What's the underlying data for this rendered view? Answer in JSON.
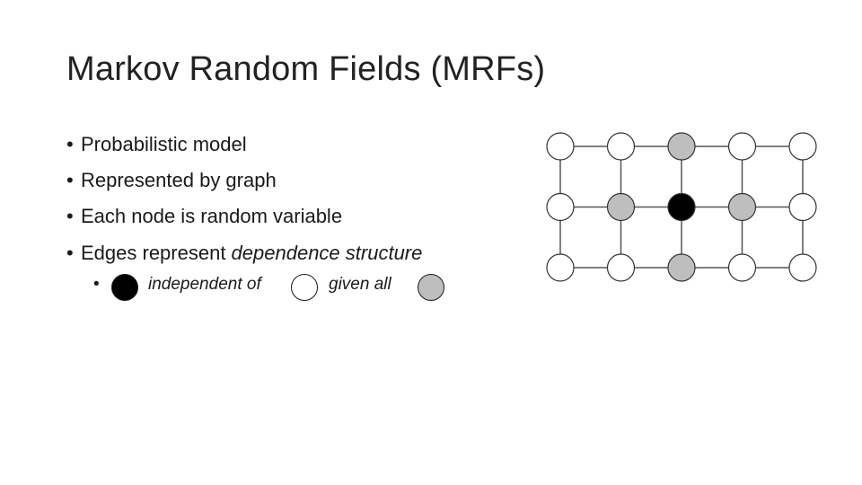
{
  "slide": {
    "title": "Markov Random Fields (MRFs)",
    "bullets": [
      {
        "text": "Probabilistic model"
      },
      {
        "text": "Represented by graph"
      },
      {
        "text": "Each node is random variable"
      },
      {
        "text_prefix": "Edges represent ",
        "text_emphasis": "dependence structure"
      }
    ],
    "sub_bullet": {
      "bullet_char": "•",
      "part1": "independent of",
      "part2": "given all"
    }
  },
  "graph": {
    "rows": 3,
    "cols": 5,
    "node_states": [
      [
        "free",
        "free",
        "neighbor",
        "free",
        "free"
      ],
      [
        "free",
        "neighbor",
        "query",
        "neighbor",
        "free"
      ],
      [
        "free",
        "free",
        "neighbor",
        "free",
        "free"
      ]
    ],
    "colors": {
      "free": "#ffffff",
      "neighbor": "#bfbebe",
      "query": "#000000",
      "edge": "#555555",
      "outline": "#333333"
    }
  }
}
